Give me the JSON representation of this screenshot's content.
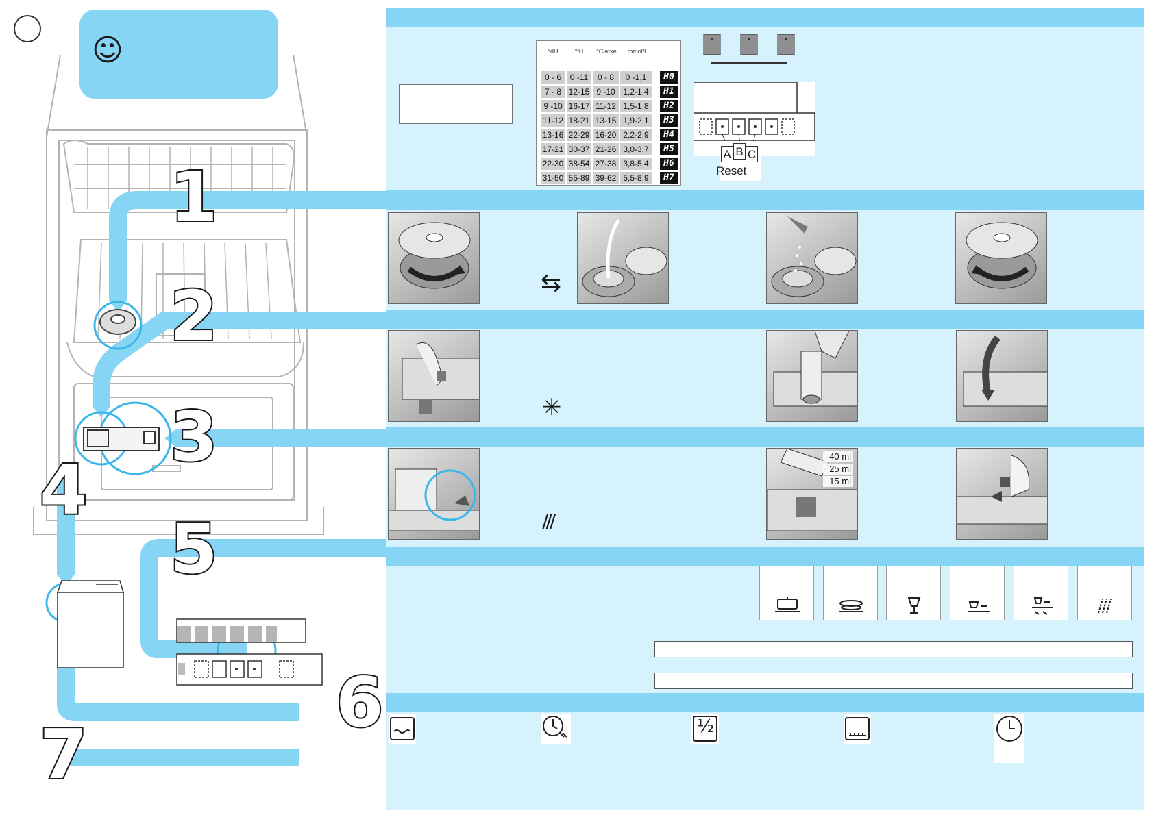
{
  "icons": {
    "smiley": "☺",
    "regen": "⇆",
    "sparkle": "✳",
    "rinse": "///"
  },
  "steps": [
    "1",
    "2",
    "3",
    "4",
    "5",
    "6",
    "7"
  ],
  "hardness_table": {
    "headers": [
      "°dH",
      "°fH",
      "°Clarke",
      "mmol/l"
    ],
    "rows": [
      {
        "dh": "0 - 6",
        "fh": "0 -11",
        "clarke": "0 - 8",
        "mmol": "0 -1,1",
        "code": "H0"
      },
      {
        "dh": "7 - 8",
        "fh": "12-15",
        "clarke": "9 -10",
        "mmol": "1,2-1,4",
        "code": "H1"
      },
      {
        "dh": "9 -10",
        "fh": "16-17",
        "clarke": "11-12",
        "mmol": "1,5-1,8",
        "code": "H2"
      },
      {
        "dh": "11-12",
        "fh": "18-21",
        "clarke": "13-15",
        "mmol": "1,9-2,1",
        "code": "H3"
      },
      {
        "dh": "13-16",
        "fh": "22-29",
        "clarke": "16-20",
        "mmol": "2,2-2,9",
        "code": "H4"
      },
      {
        "dh": "17-21",
        "fh": "30-37",
        "clarke": "21-26",
        "mmol": "3,0-3,7",
        "code": "H5"
      },
      {
        "dh": "22-30",
        "fh": "38-54",
        "clarke": "27-38",
        "mmol": "3,8-5,4",
        "code": "H6"
      },
      {
        "dh": "31-50",
        "fh": "55-89",
        "clarke": "39-62",
        "mmol": "5,5-8,9",
        "code": "H7"
      }
    ]
  },
  "control_panel": {
    "buttons": [
      "A",
      "B",
      "C"
    ],
    "reset_label": "Reset"
  },
  "dosage": {
    "d40": "40 ml",
    "d25": "25 ml",
    "d15": "15 ml"
  },
  "option_labels": {
    "half": "½"
  }
}
